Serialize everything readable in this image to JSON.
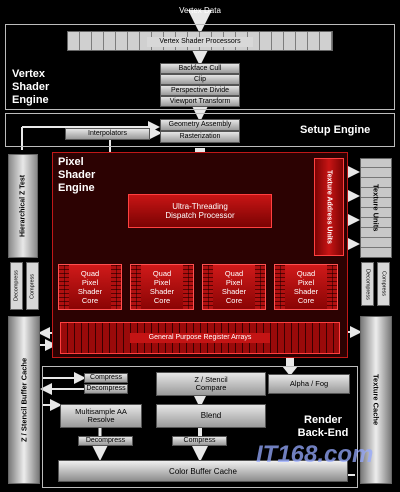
{
  "top_input": "Vertex Data",
  "vertex_engine": {
    "title_lines": [
      "Vertex",
      "Shader",
      "Engine"
    ],
    "processors": "Vertex Shader Processors",
    "steps": [
      "Backface Cull",
      "Clip",
      "Perspective Divide",
      "Viewport Transform"
    ]
  },
  "setup_engine": {
    "title": "Setup Engine",
    "geometry": "Geometry Assembly",
    "rasterization": "Rasterization",
    "interpolators": "Interpolators"
  },
  "pixel_engine": {
    "title_lines": [
      "Pixel",
      "Shader",
      "Engine"
    ],
    "dispatch": [
      "Ultra-Threading",
      "Dispatch Processor"
    ],
    "texture_address": "Texture Address Units",
    "cores": [
      [
        "Quad",
        "Pixel",
        "Shader",
        "Core"
      ],
      [
        "Quad",
        "Pixel",
        "Shader",
        "Core"
      ],
      [
        "Quad",
        "Pixel",
        "Shader",
        "Core"
      ],
      [
        "Quad",
        "Pixel",
        "Shader",
        "Core"
      ]
    ],
    "registers": "General Purpose Register Arrays"
  },
  "side": {
    "hier_z": "Hierarchical Z Test",
    "decompress": "Decompress",
    "compress": "Compress",
    "zbuffer_cache": "Z / Stencil Buffer Cache",
    "texture_units": "Texture Units",
    "texture_cache": "Texture Cache"
  },
  "backend": {
    "title_lines": [
      "Render",
      "Back-End"
    ],
    "compress": "Compress",
    "decompress": "Decompress",
    "z_stencil": [
      "Z / Stencil",
      "Compare"
    ],
    "alpha_fog": "Alpha / Fog",
    "msaa": [
      "Multisample AA",
      "Resolve"
    ],
    "blend": "Blend",
    "color_cache": "Color Buffer Cache"
  },
  "watermark": "IT168.com"
}
